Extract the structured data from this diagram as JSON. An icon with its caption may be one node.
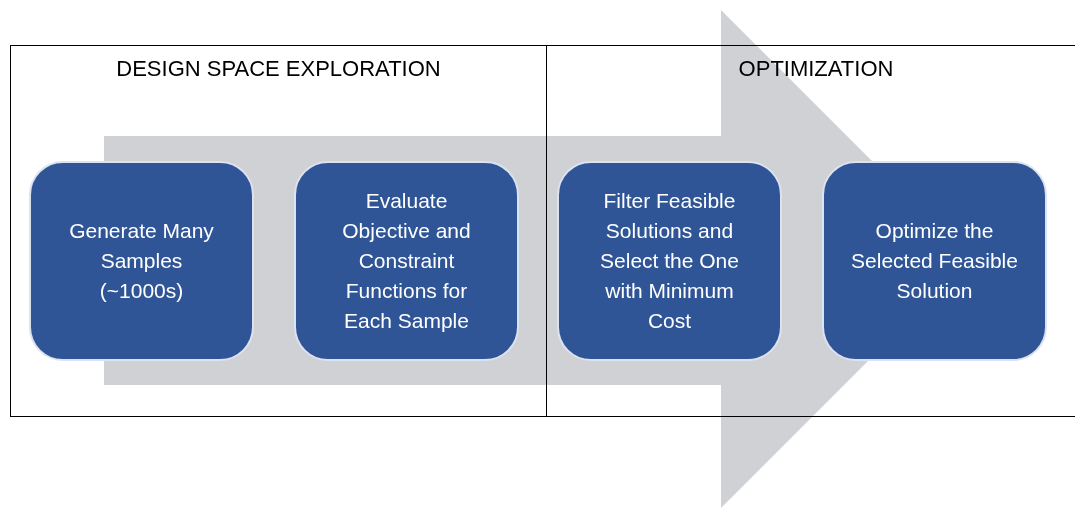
{
  "diagram": {
    "nodes": [
      {
        "text": [
          "DESIGN SPACE EXPLORATION"
        ]
      },
      {
        "text": [
          "OPTIMIZATION"
        ]
      },
      {
        "text": [
          "Generate Many Samples (~1000s)"
        ],
        "in": 0
      },
      {
        "text": [
          "Evaluate Objective and Constraint Functions for Each Sample"
        ],
        "in": 0
      },
      {
        "text": [
          "Filter Feasible Solutions and Select the One with Minimum Cost"
        ],
        "in": 1
      },
      {
        "text": [
          "Optimize the Selected Feasible Solution"
        ],
        "in": 1
      }
    ],
    "edges": [
      {
        "from": 2,
        "to": 5,
        "arrow": "to"
      }
    ]
  }
}
